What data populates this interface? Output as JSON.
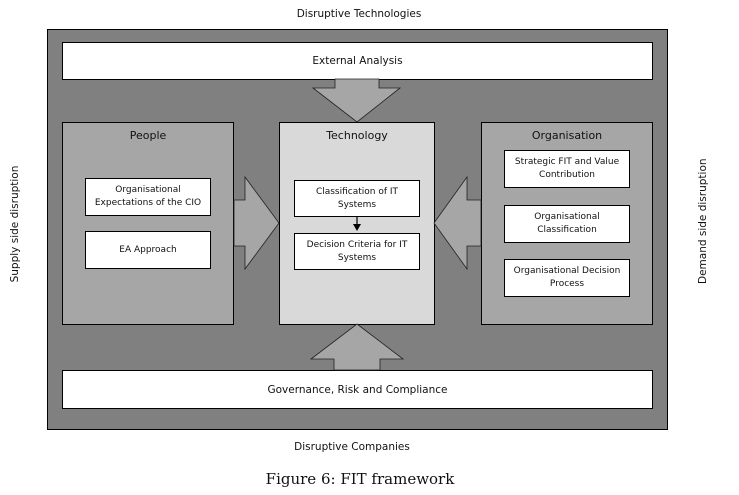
{
  "labels": {
    "top": "Disruptive Technologies",
    "bottom": "Disruptive Companies",
    "left": "Supply side disruption",
    "right": "Demand  side disruption"
  },
  "external_analysis": "External Analysis",
  "governance": "Governance, Risk and Compliance",
  "panels": {
    "people": {
      "title": "People",
      "boxes": [
        "Organisational Expectations of the CIO",
        "EA Approach"
      ]
    },
    "technology": {
      "title": "Technology",
      "boxes": [
        "Classification of IT Systems",
        "Decision Criteria for IT Systems"
      ]
    },
    "organisation": {
      "title": "Organisation",
      "boxes": [
        "Strategic FIT and Value Contribution",
        "Organisational Classification",
        "Organisational Decision Process"
      ]
    }
  },
  "caption": "Figure 6: FIT framework",
  "colors": {
    "frame": "#808080",
    "people_panel": "#a6a6a6",
    "technology_panel": "#d9d9d9",
    "organisation_panel": "#a6a6a6",
    "arrow_fill": "#a6a6a6"
  }
}
